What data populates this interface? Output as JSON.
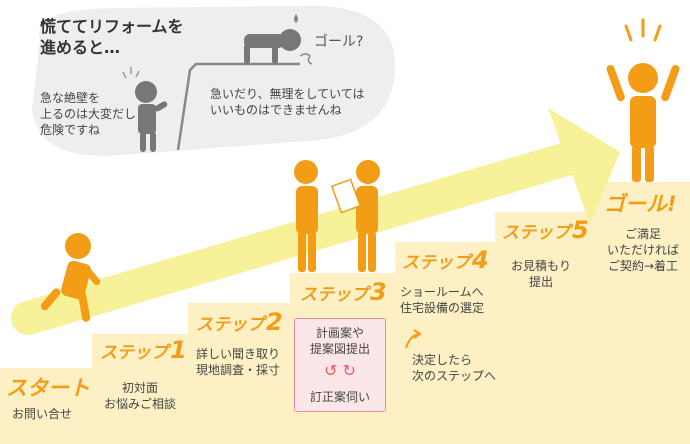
{
  "bubble": {
    "title_line1": "慌ててリフォームを",
    "title_line2": "進めると…",
    "warn_line1": "急な絶壁を",
    "warn_line2": "上るのは大変だし",
    "warn_line3": "危険ですね",
    "note_line1": "急いだり、無理をしていては",
    "note_line2": "いいものはできませんね",
    "goal_question": "ゴール?"
  },
  "steps": {
    "start": {
      "label": "スタート",
      "desc1": "お問い合せ"
    },
    "step1": {
      "label": "ステップ",
      "num": "1",
      "desc1": "初対面",
      "desc2": "お悩みご相談"
    },
    "step2": {
      "label": "ステップ",
      "num": "2",
      "desc1": "詳しい聞き取り",
      "desc2": "現地調査・採寸"
    },
    "step3": {
      "label": "ステップ",
      "num": "3",
      "desc1": "計画案や",
      "desc2": "提案図提出",
      "desc3": "訂正案伺い"
    },
    "step4": {
      "label": "ステップ",
      "num": "4",
      "desc1": "ショールームへ",
      "desc2": "住宅設備の選定"
    },
    "step5": {
      "label": "ステップ",
      "num": "5",
      "desc1": "お見積もり",
      "desc2": "提出"
    },
    "goal": {
      "label": "ゴール!",
      "desc1": "ご満足",
      "desc2": "いただければ",
      "desc3": "ご契約→着工"
    }
  },
  "decide": {
    "line1": "決定したら",
    "line2": "次のステップへ"
  },
  "colors": {
    "orange": "#f39c16",
    "stair": "#fdf0c4",
    "arrow": "#f7f199",
    "gray": "#777777",
    "pink_box": "#fbe7e9"
  }
}
